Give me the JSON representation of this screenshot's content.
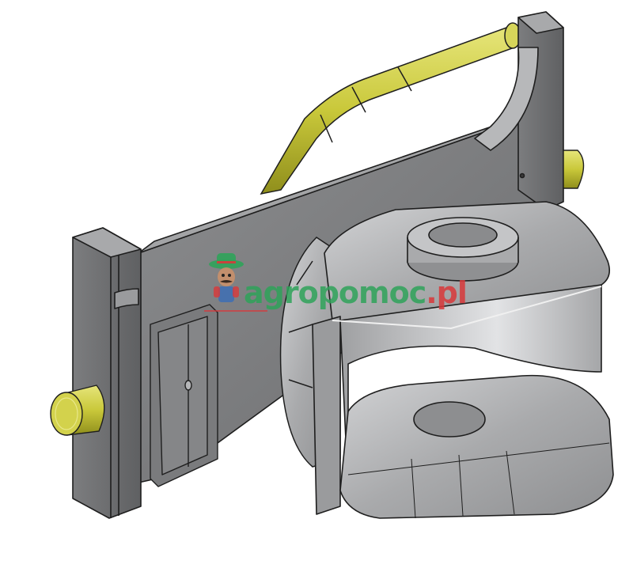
{
  "image": {
    "subject": "trailer hitch / tow coupling CAD rendering",
    "background_color": "#ffffff",
    "colors": {
      "steel_dark": "#6f7072",
      "steel_mid": "#8a8b8d",
      "steel_light": "#b9babc",
      "steel_highlight": "#dcdddf",
      "outline": "#1e1e1e",
      "handle_yellow": "#c9c83a",
      "handle_shadow": "#8f8e1c",
      "watermark_green": "#2fa35a",
      "watermark_red": "#d9383a"
    }
  },
  "watermark": {
    "brand_main": "agropomoc",
    "brand_tld": ".pl",
    "mascot_icon": "farmer-mascot-icon"
  }
}
